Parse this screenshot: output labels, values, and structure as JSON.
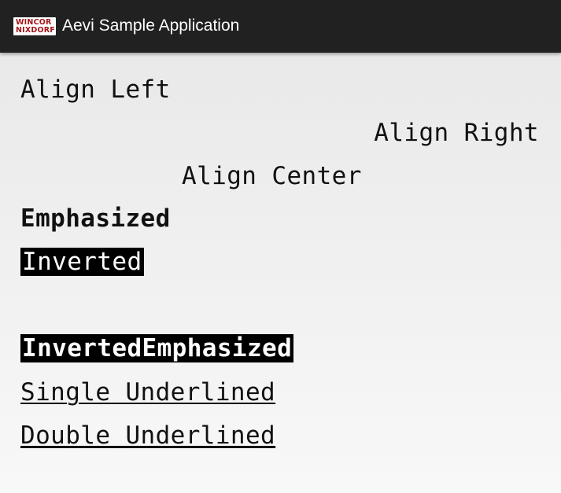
{
  "app": {
    "title": "Aevi Sample Application",
    "logo_line1": "WINCOR",
    "logo_line2": "NIXDORF"
  },
  "lines": {
    "align_left": "Align Left",
    "align_right": "Align Right",
    "align_center": "Align Center",
    "emphasized": "Emphasized",
    "inverted": "Inverted",
    "inverted_emphasized": "InvertedEmphasized",
    "single_underlined": "Single Underlined",
    "double_underlined": "Double Underlined"
  },
  "colors": {
    "appbar": "#212121",
    "logo_red": "#a4161a",
    "background": "#efefef",
    "text": "#111111",
    "inverted_bg": "#000000"
  }
}
